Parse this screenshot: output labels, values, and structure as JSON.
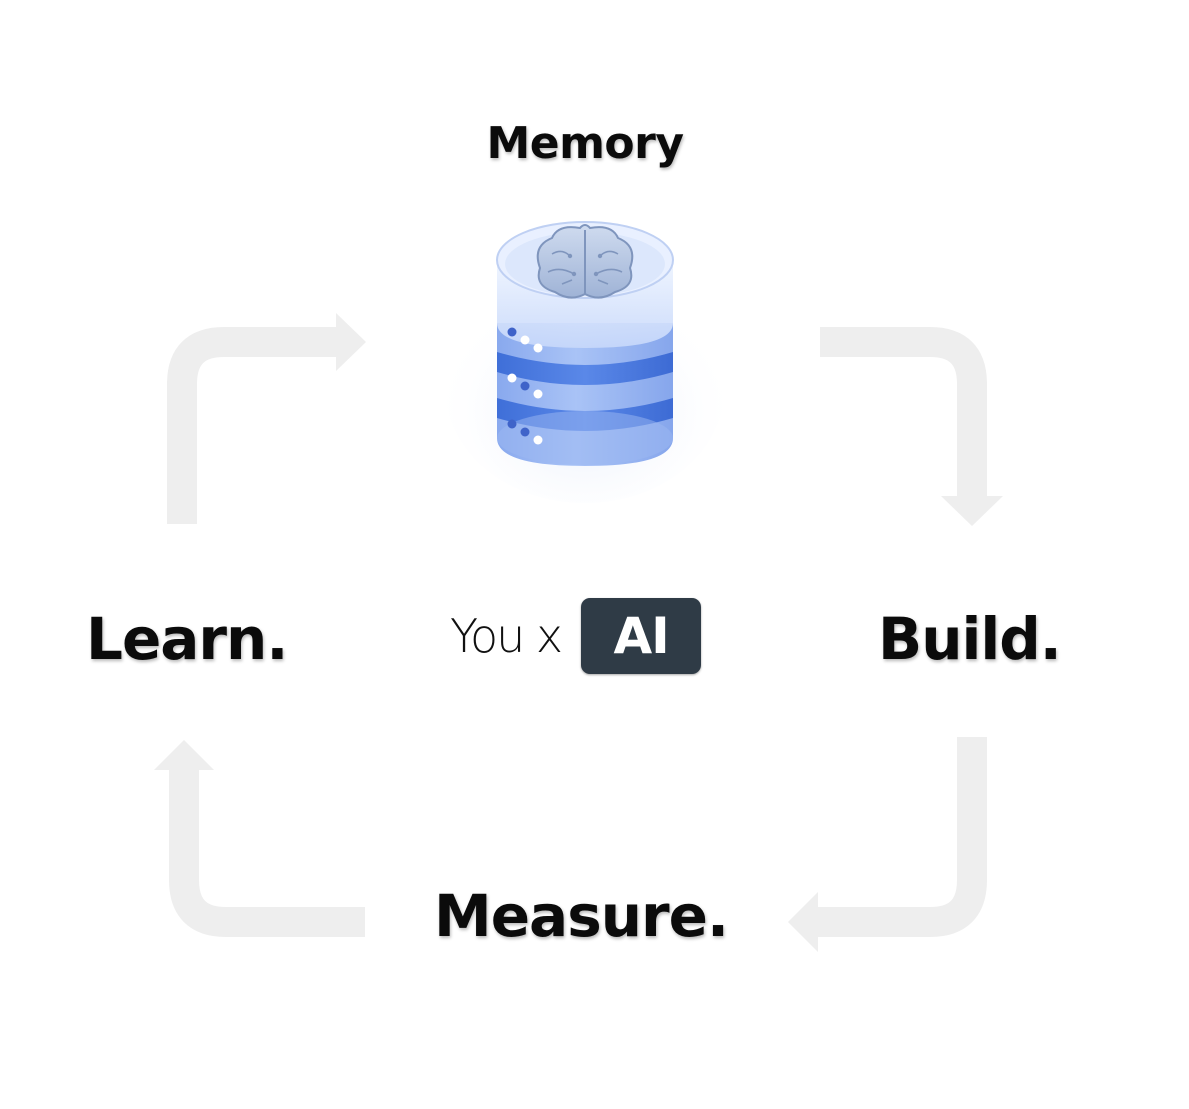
{
  "stages": {
    "memory": "Memory",
    "learn": "Learn.",
    "build": "Build.",
    "measure": "Measure."
  },
  "center": {
    "prefix": "You x",
    "badge": "AI"
  },
  "icons": {
    "memory_icon": "database-brain-icon",
    "cycle_arrows": [
      "arrow-learn-to-memory-icon",
      "arrow-memory-to-build-icon",
      "arrow-build-to-measure-icon",
      "arrow-measure-to-learn-icon"
    ]
  },
  "colors": {
    "arrow": "#eeeeee",
    "badge_bg": "#2f3b46",
    "badge_text": "#ffffff",
    "text": "#0b0b0b",
    "db_blue": "#9ab8f4",
    "db_band": "#4f7fe3"
  }
}
